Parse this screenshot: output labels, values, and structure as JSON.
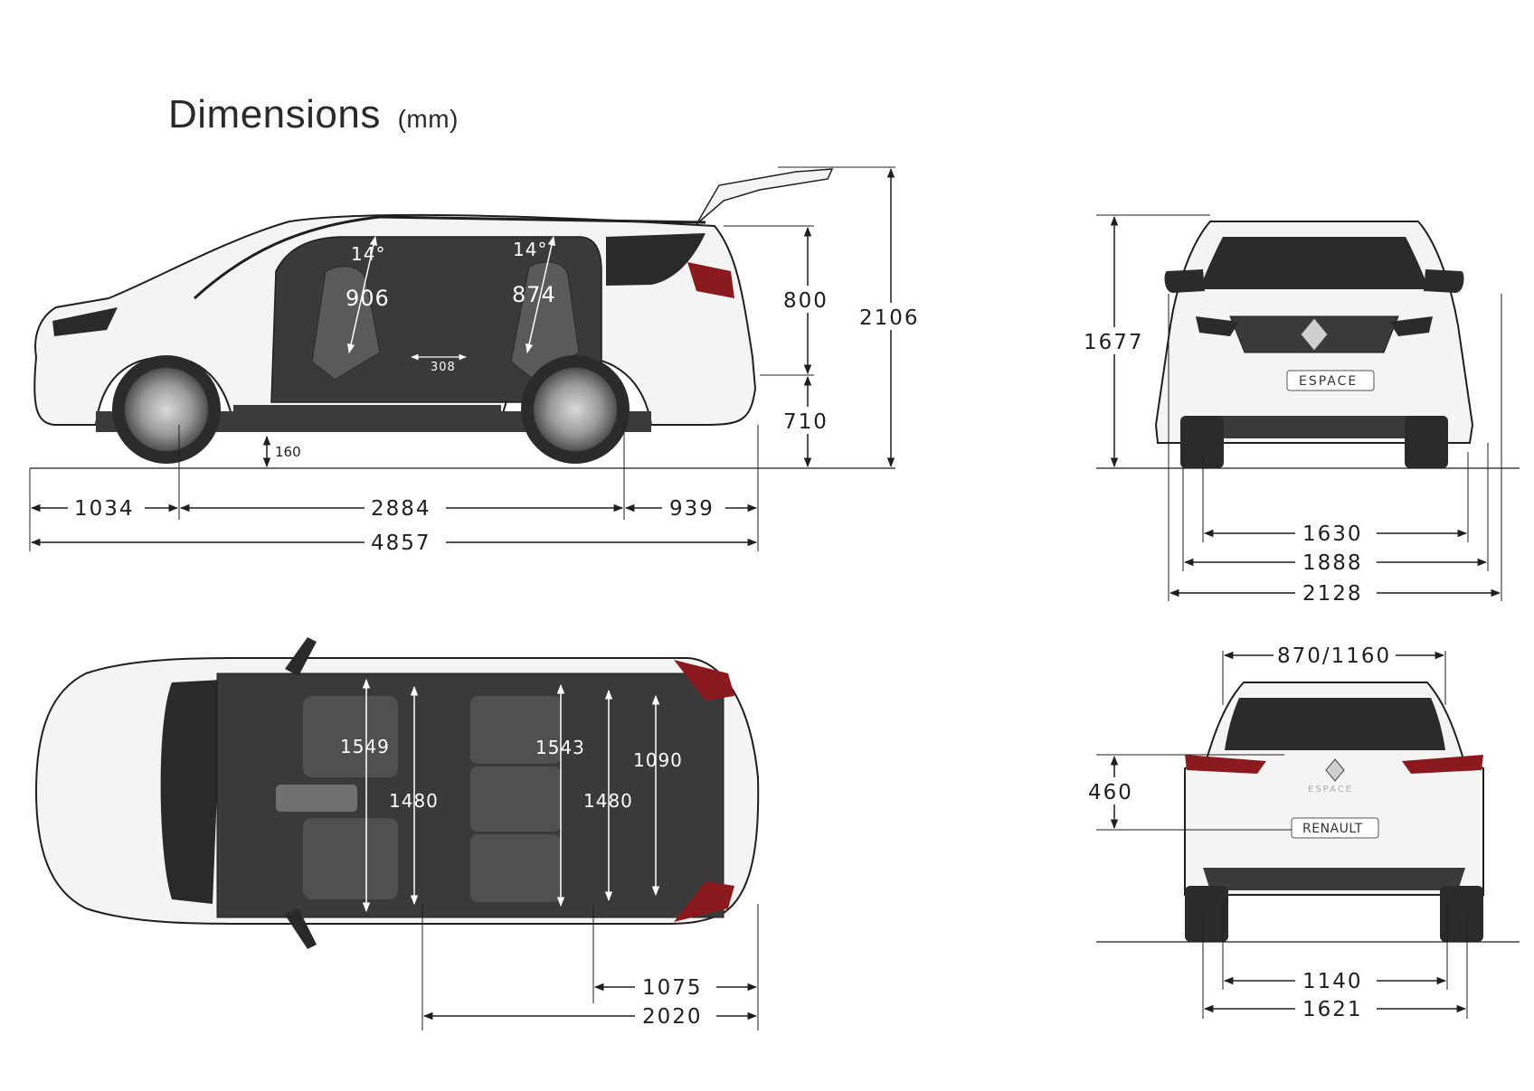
{
  "title": "Dimensions",
  "unit": "(mm)",
  "side_view": {
    "seat_angle_front": "14°",
    "seat_angle_rear": "14°",
    "headroom_front": "906",
    "headroom_rear": "874",
    "seat_gap": "308",
    "ground_clearance": "160",
    "boot_opening_height": "800",
    "sill_height": "710",
    "height_open_tailgate": "2106",
    "front_overhang": "1034",
    "wheelbase": "2884",
    "rear_overhang": "939",
    "overall_length": "4857"
  },
  "front_view": {
    "height": "1677",
    "front_track": "1630",
    "width_no_mirrors": "1888",
    "width_mirrors": "2128",
    "plate": "ESPACE"
  },
  "top_view": {
    "elbow_width_front": "1549",
    "hip_width_front": "1480",
    "elbow_width_rear": "1543",
    "hip_width_rear": "1480",
    "boot_width": "1090",
    "boot_length": "1075",
    "load_length": "2020"
  },
  "rear_view": {
    "boot_aperture_width": "870/1160",
    "boot_lip_height": "460",
    "rear_track_inner": "1140",
    "rear_track": "1621",
    "badge": "ESPACE",
    "plate": "RENAULT"
  },
  "colors": {
    "body": "#f4f4f4",
    "interior": "#3a3a3a",
    "line": "#1f1f1f",
    "light": "#8b1a1f"
  }
}
